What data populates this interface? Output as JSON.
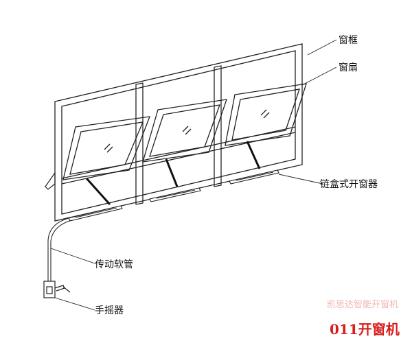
{
  "labels": {
    "frame": "窗框",
    "sash": "窗扇",
    "chain_opener": "链盒式开窗器",
    "flex_tube": "传动软管",
    "hand_crank": "手摇器"
  },
  "watermark": "凯思达智能开窗机",
  "footer_title": "011开窗机",
  "colors": {
    "line": "#222222",
    "watermark": "#f2b7b2",
    "footer": "#d81e1e"
  }
}
